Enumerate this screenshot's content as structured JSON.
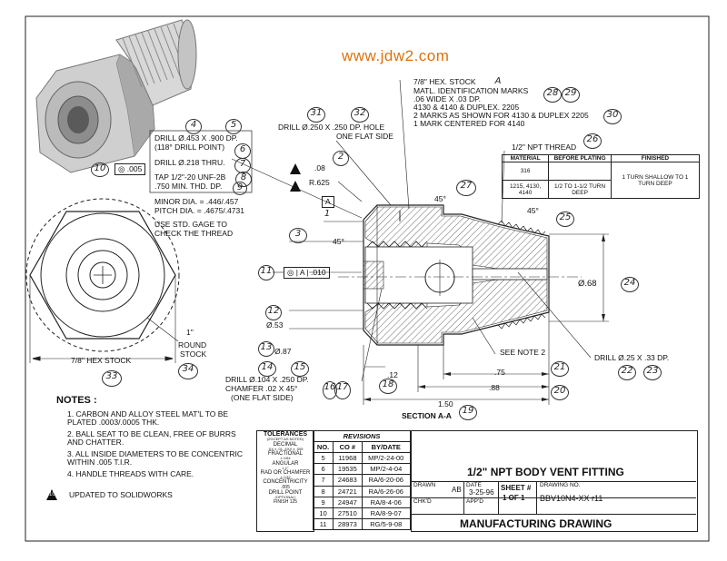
{
  "watermark": "www.jdw2.com",
  "callouts": {
    "drill_453": "DRILL Ø.453 X .900 DP.",
    "drill_point": "(118° DRILL POINT)",
    "drill_218": "DRILL Ø.218 THRU.",
    "tap": "TAP 1/2\"-20 UNF-2B",
    "tap_depth": ".750 MIN. THD. DP.",
    "minor_dia": "MINOR DIA. = .446/.457",
    "pitch_dia": "PITCH DIA. = .4675/.4731",
    "gage1": "USE STD. GAGE TO",
    "gage2": "CHECK THE THREAD",
    "drill_250": "DRILL Ø.250 X .250 DP. HOLE",
    "one_flat": "ONE FLAT SIDE",
    "hex_stock": "7/8\" HEX. STOCK",
    "id_marks": "MATL. IDENTIFICATION MARKS",
    "wide_deep": ".06 WIDE X .03 DP.",
    "mat1": "4130 & 4140 & DUPLEX. 2205",
    "mat2": "2 MARKS AS SHOWN FOR 4130 & DUPLEX 2205",
    "mat3": "1 MARK CENTERED FOR 4140",
    "npt_thread": "1/2\" NPT THREAD",
    "see_note": "SEE NOTE 2",
    "drill_25": "DRILL Ø.25 X .33 DP.",
    "drill_104": "DRILL Ø.104 X .250 DP.",
    "chamfer": "CHAMFER .02 X 45°",
    "one_flat2": "(ONE FLAT SIDE)",
    "section": "SECTION A-A",
    "hex_stock_label": "7/8\" HEX STOCK",
    "round_stock": "ROUND",
    "stock": "STOCK",
    "one_inch": "1\"",
    "fc_005": ".005",
    "fc_010": ".010",
    "fc_A": "A",
    "datum_A": "A",
    "label_A": "A"
  },
  "dims": {
    "d08": ".08",
    "r625": "R.625",
    "a45a": "45°",
    "a45b": "45°",
    "a45c": "45°",
    "d068": "Ø.68",
    "d053": "Ø.53",
    "d087": "Ø.87",
    "d12": ".12",
    "d75": ".75",
    "d88": ".88",
    "d150": "1.50"
  },
  "balloons": [
    "4",
    "5",
    "6",
    "7",
    "8",
    "9",
    "10",
    "31",
    "32",
    "26",
    "28",
    "29",
    "30",
    "A",
    "27",
    "25",
    "24",
    "11",
    "3",
    "2",
    "1",
    "12",
    "13",
    "14",
    "15",
    "16",
    "17",
    "18",
    "19",
    "20",
    "21",
    "22",
    "23",
    "33",
    "34",
    "10"
  ],
  "thread_table": {
    "headers": [
      "MATERIAL",
      "BEFORE PLATING",
      "FINISHED"
    ],
    "rows": [
      [
        "316",
        "",
        "1 TURN SHALLOW TO 1 TURN DEEP"
      ],
      [
        "1215, 4130, 4140",
        "1/2 TO 1-1/2 TURN DEEP",
        ""
      ]
    ]
  },
  "notes": {
    "title": "NOTES :",
    "items": [
      "1.  CARBON AND ALLOY STEEL MAT'L TO BE PLATED .0003/.0005 THK.",
      "2.  BALL SEAT TO BE CLEAN, FREE OF BURRS AND CHATTER.",
      "3.  ALL INSIDE DIAMETERS TO BE CONCENTRIC WITHIN .005 T.I.R.",
      "4.  HANDLE THREADS WITH CARE."
    ],
    "solidworks": "UPDATED TO SOLIDWORKS",
    "flag": "10"
  },
  "tolerances": {
    "title": "TOLERANCES",
    "sub": "(EXCEPT AS NOTED)",
    "decimal": "DECIMAL",
    "decimal_vals": ".XX ± .01  .XXX ± .005",
    "fractional": "FRACTIONAL",
    "frac_val": "± 1/64",
    "angular": "ANGULAR",
    "ang_val": "± 1°",
    "rad": "RAD OR CHAMFER",
    "rad_val": "± 1/32",
    "concentricity": "CONCENTRICITY",
    "conc_val": ".005",
    "drill_point": "DRILL POINT",
    "dp_val": "(OPTIONAL)",
    "finish": "FINISH",
    "finish_val": "125"
  },
  "revisions": {
    "title": "REVISIONS",
    "headers": [
      "NO.",
      "CO #",
      "BY/DATE"
    ],
    "rows": [
      [
        "5",
        "11968",
        "MP/2-24-00"
      ],
      [
        "6",
        "19535",
        "MP/2-4-04"
      ],
      [
        "7",
        "24683",
        "RA/6-20-06"
      ],
      [
        "8",
        "24721",
        "RA/6-26-06"
      ],
      [
        "9",
        "24947",
        "RA/8-4-06"
      ],
      [
        "10",
        "27510",
        "RA/8-9-07"
      ],
      [
        "11",
        "28973",
        "RG/5-9-08"
      ]
    ]
  },
  "title_block": {
    "part_name": "1/2\" NPT BODY VENT FITTING",
    "drawn_label": "DRAWN",
    "drawn_by": "AB",
    "date_label": "DATE",
    "date": "3-25-96",
    "sheet_label": "SHEET #",
    "sheet": "1 OF 1",
    "drawing_no_label": "DRAWING NO.",
    "drawing_no": "BBV10N4-XX r11",
    "chkd": "CHK'D",
    "appd": "APP'D",
    "footer": "MANUFACTURING DRAWING"
  }
}
